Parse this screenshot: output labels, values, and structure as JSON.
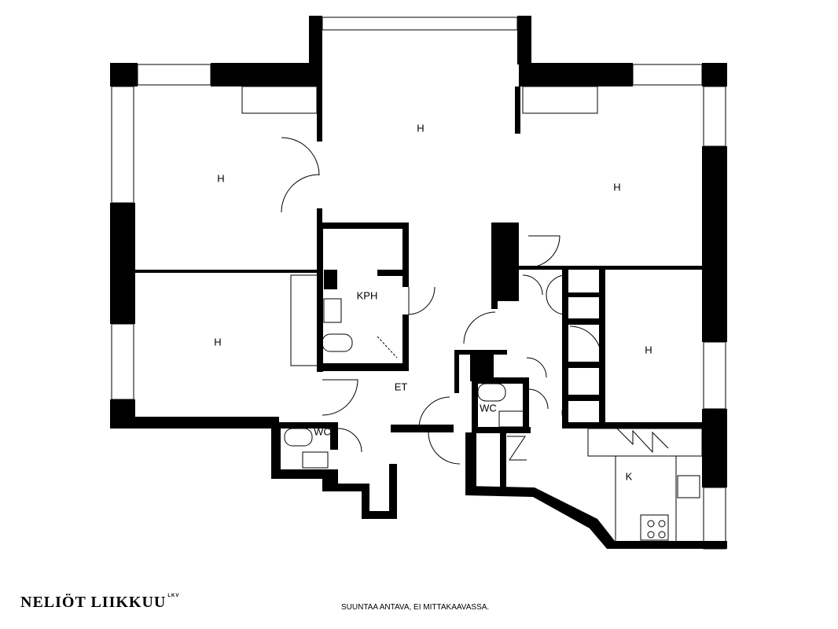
{
  "rooms": {
    "bedroom_top_left": "H",
    "living_room": "H",
    "bedroom_top_right": "H",
    "bedroom_bottom_left": "H",
    "bathroom": "KPH",
    "hall": "ET",
    "wc_left": "WC",
    "wc_center": "WC",
    "bedroom_right": "H",
    "kitchen": "K"
  },
  "brand": {
    "name": "NELIÖT LIIKKUU",
    "suffix": "LKV"
  },
  "note": "SUUNTAA ANTAVA, EI MITTAKAAVASSA."
}
